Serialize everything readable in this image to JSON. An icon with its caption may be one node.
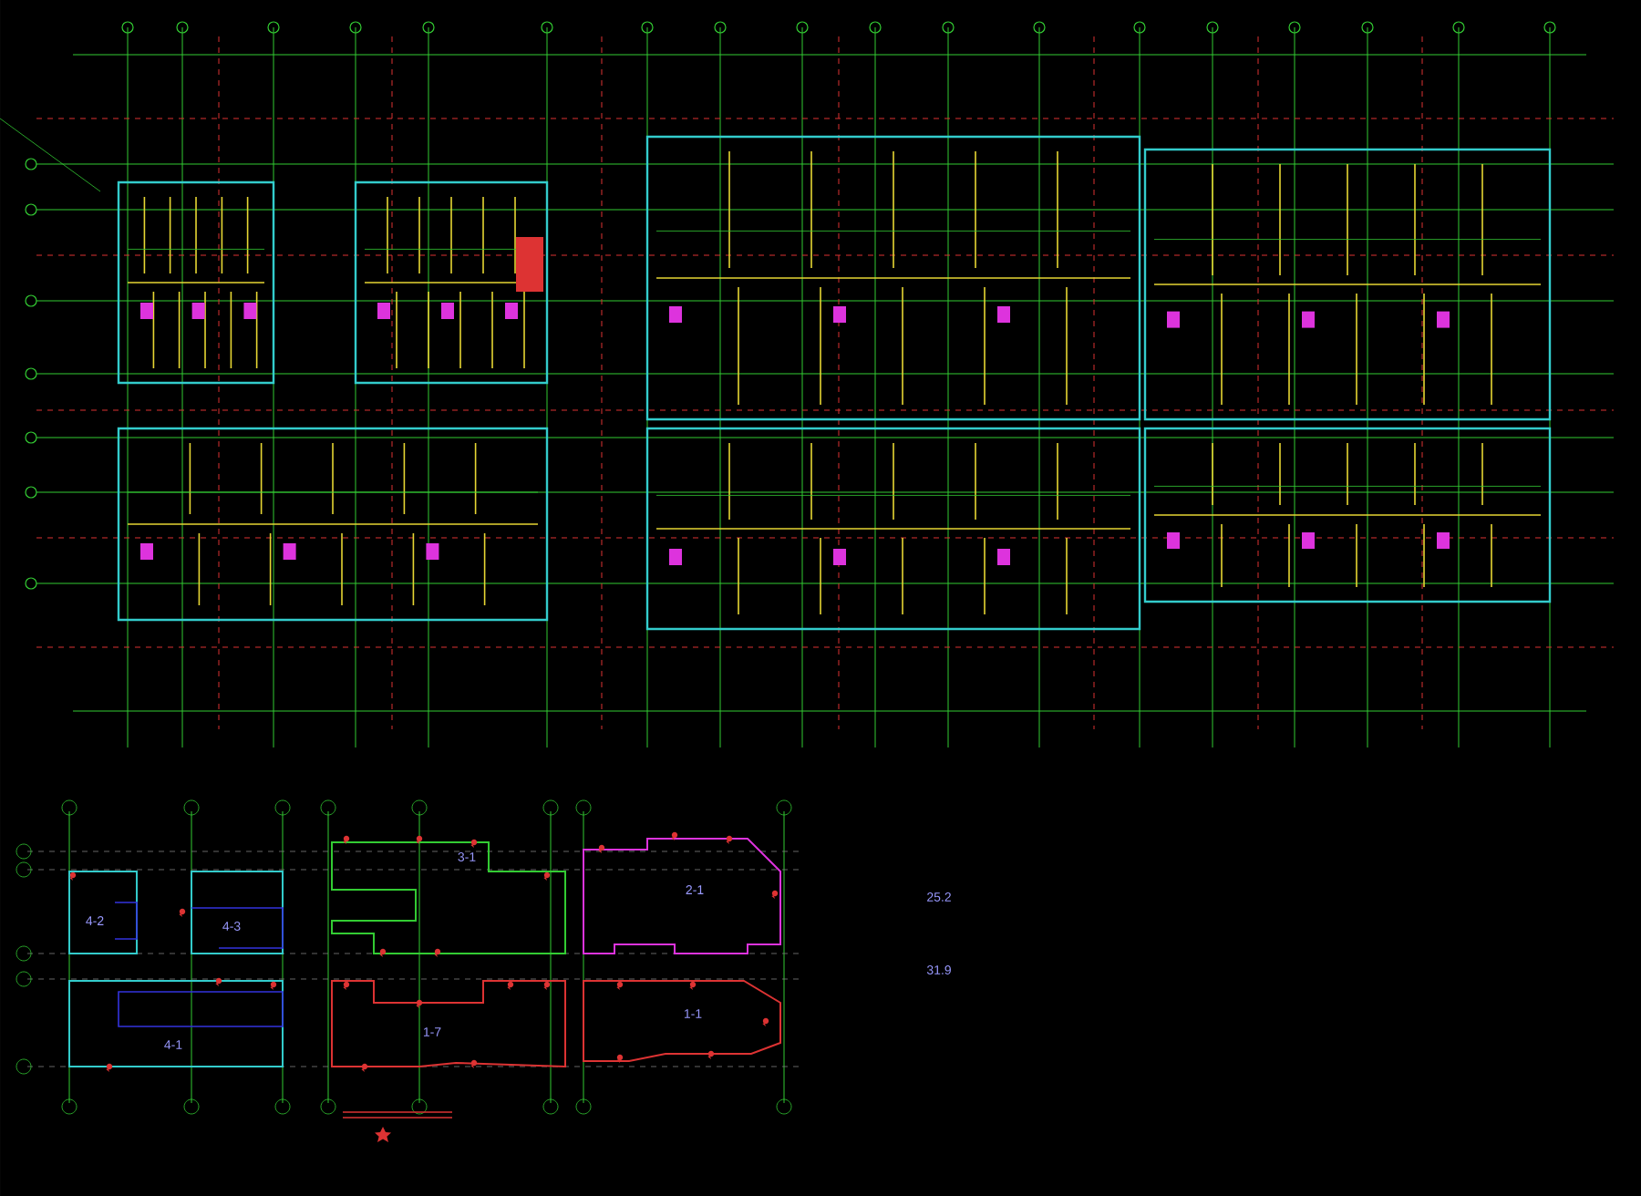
{
  "diagram": {
    "labels": [
      "4-2",
      "4-3",
      "3-1",
      "2-1",
      "4-1",
      "1-7",
      "1-1",
      "25.2",
      "31.9"
    ]
  }
}
